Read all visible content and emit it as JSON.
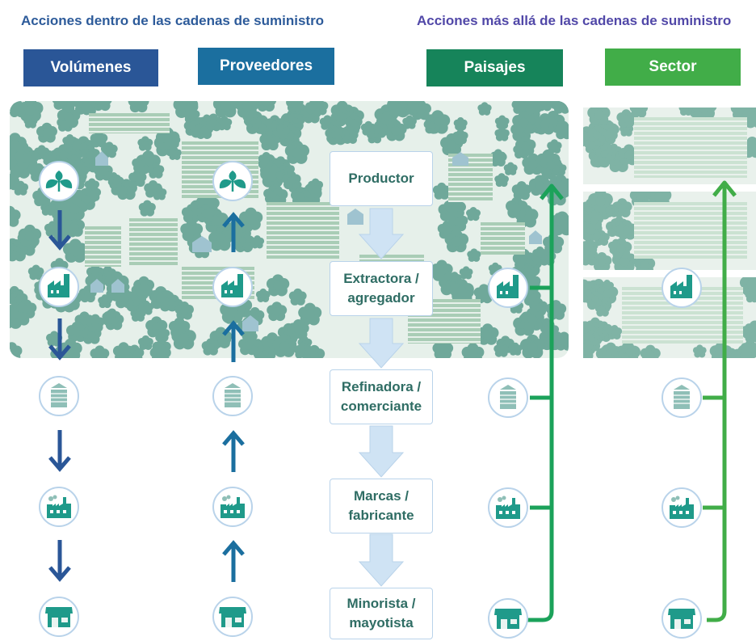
{
  "headers": {
    "within": "Acciones dentro de las cadenas de suministro",
    "beyond": "Acciones más allá de las cadenas de suministro"
  },
  "columns": {
    "volumes": "Volúmenes",
    "suppliers": "Proveedores",
    "landscapes": "Paisajes",
    "sector": "Sector"
  },
  "stages": [
    "Productor",
    "Extractora / agregador",
    "Refinadora / comerciante",
    "Marcas / fabricante",
    "Minorista / mayotista"
  ],
  "colors": {
    "header_text_within": "#2d5b9a",
    "header_text_beyond": "#5148a8",
    "volumes": "#2a5697",
    "suppliers": "#1b6f9f",
    "landscapes": "#16845a",
    "sector": "#41ad48",
    "icon_teal": "#1f9a8a",
    "arrow_dark_blue": "#2a5697",
    "arrow_blue": "#1b6f9f",
    "arrow_green": "#1ba25a",
    "arrow_light_green": "#41ad48"
  },
  "icons": {
    "producer": "plant-icon",
    "mill": "factory-icon",
    "refinery": "silo-icon",
    "manufacturer": "industrial-plant-icon",
    "retailer": "store-icon"
  }
}
